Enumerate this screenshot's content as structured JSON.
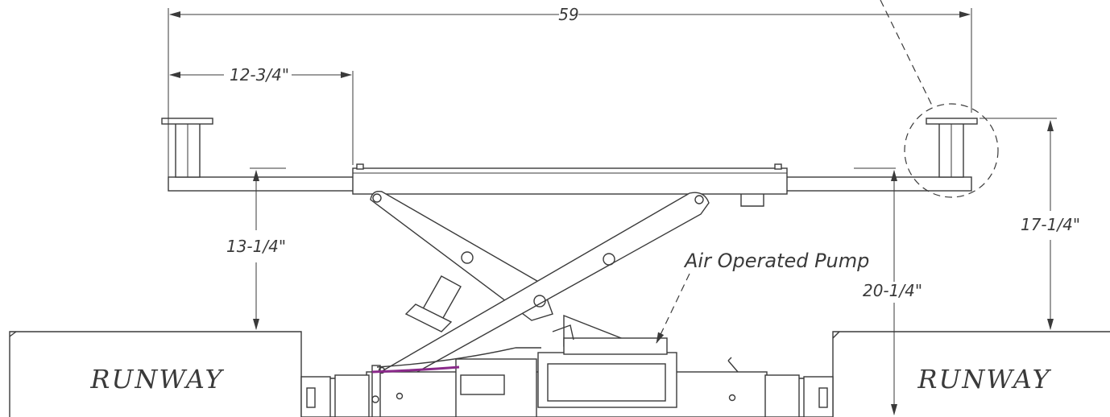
{
  "dimensions": {
    "overall_width": "59",
    "arm_offset": "12-3/4\"",
    "left_height": "13-1/4\"",
    "center_height": "20-1/4\"",
    "right_height": "17-1/4\""
  },
  "callouts": {
    "pump": "Air Operated Pump"
  },
  "runways": {
    "left": "RUNWAY",
    "right": "RUNWAY"
  },
  "colors": {
    "line": "#3a3a3a",
    "hose_accent": "#8a2a8a"
  }
}
